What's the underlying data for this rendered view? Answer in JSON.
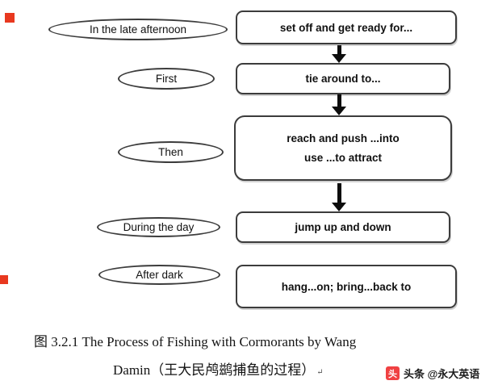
{
  "stages": [
    {
      "time": "In the late afternoon",
      "action": "set off and get ready for..."
    },
    {
      "time": "First",
      "action": "tie around to..."
    },
    {
      "time": "Then",
      "action_line1": "reach and push ...into",
      "action_line2": "use ...to attract"
    },
    {
      "time": "During the day",
      "action": "jump up and down"
    },
    {
      "time": "After dark",
      "action": "hang...on; bring...back to"
    }
  ],
  "caption": {
    "line1": "图 3.2.1  The Process of Fishing with Cormorants by Wang",
    "line2": "Damin（王大民鸬鹚捕鱼的过程）",
    "paragraph_mark": "↵"
  },
  "watermark": {
    "logo_glyph": "头",
    "label": "头条 @永大英语"
  },
  "colors": {
    "box_border": "#3c3c3c",
    "arrow": "#0d0d0d",
    "marker_red": "#e8381f",
    "toutiao_red": "#f04142",
    "text": "#111111"
  }
}
